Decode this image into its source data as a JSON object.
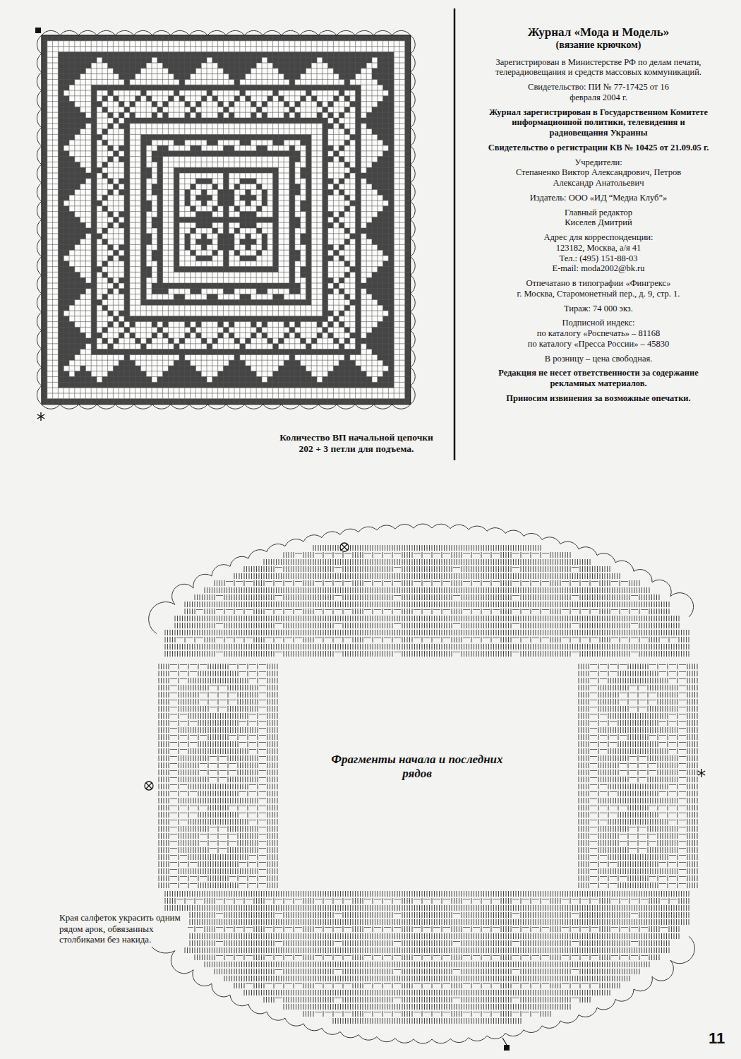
{
  "diagram": {
    "title": "Журнал «Мода и Модель»",
    "labels": [
      "(вязание крючком)",
      "Зарегистрирован в Министерстве РФ по делам печати, телерадиовещания и средств массовых коммуникаций.",
      "Свидетельство: ПИ № 77-17425 от 16 февраля 2004 г.",
      "Журнал зарегистрирован в Государственном Комитете информационной политики, телевидения и радиовещания Украины",
      "Свидетельство о регистрации КВ № 10425 от 21.09.05 г.",
      "Учредители:",
      "Степаненко Виктор Александрович, Петров Александр Анатольевич",
      "Издатель: ООО «ИД “Медиа Клуб”»",
      "Главный редактор",
      "Киселев Дмитрий",
      "Адрес для корреспонденции:",
      "123182, Москва, а/я 41",
      "Тел.: (495) 151-88-03",
      "E-mail: moda2002@bk.ru",
      "Отпечатано в типографии «Фингрекс»",
      "г. Москва, Старомонетный пер., д. 9, стр. 1.",
      "Тираж: 74 000 экз.",
      "Подписной индекс:",
      "по каталогу «Роспечать» – 81168",
      "по каталогу «Пресса России» – 45830",
      "В розницу – цена свободная.",
      "Редакция не несет ответственности за содержание рекламных материалов.",
      "Приносим извинения за возможные опечатки.",
      "Количество ВП начальной цепочки 202 + 3 петли для подъема.",
      "Фрагменты начала и последних рядов",
      "Края салфеток украсить одним рядом арок, обвязанных столбиками без накида.",
      "11"
    ]
  }
}
